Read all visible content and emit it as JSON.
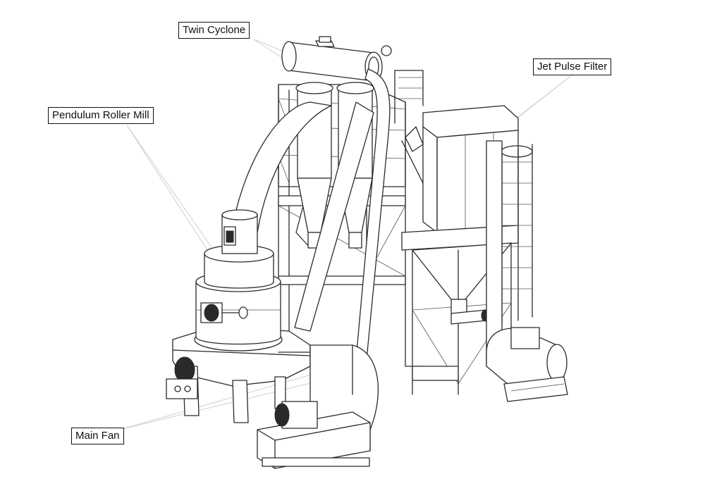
{
  "labels": {
    "twin_cyclone": "Twin Cyclone",
    "pendulum_roller_mill": "Pendulum Roller Mill",
    "jet_pulse_filter": "Jet Pulse Filter",
    "main_fan": "Main Fan"
  }
}
